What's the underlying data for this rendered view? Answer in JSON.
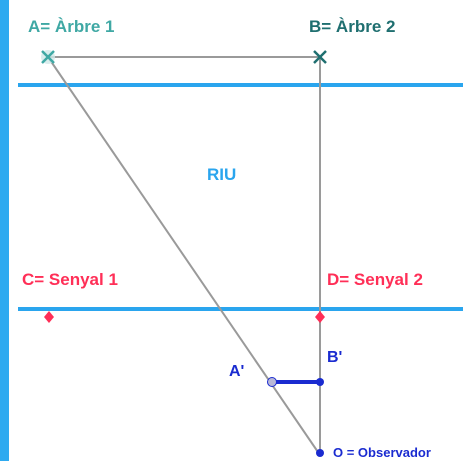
{
  "colors": {
    "frame": "#2eaaf0",
    "river": "#2aa5ee",
    "construction": "#9a9a9a",
    "river_label": "#2aa5ee",
    "tree_a": "#3fa8a4",
    "tree_b": "#1f6f70",
    "signal": "#ff2f57",
    "observer": "#1a2bd0",
    "segment": "#1a2bd0"
  },
  "labels": {
    "tree_a": "A= Àrbre 1",
    "tree_b": "B= Àrbre 2",
    "river": "RIU",
    "signal_c": "C= Senyal 1",
    "signal_d": "D= Senyal 2",
    "a_prime": "A'",
    "b_prime": "B'",
    "observer": "O = Observador"
  },
  "icons": {
    "tree_marker": "cross-mark-icon",
    "signal_marker": "diamond-point-icon",
    "point_marker": "circle-point-icon"
  }
}
